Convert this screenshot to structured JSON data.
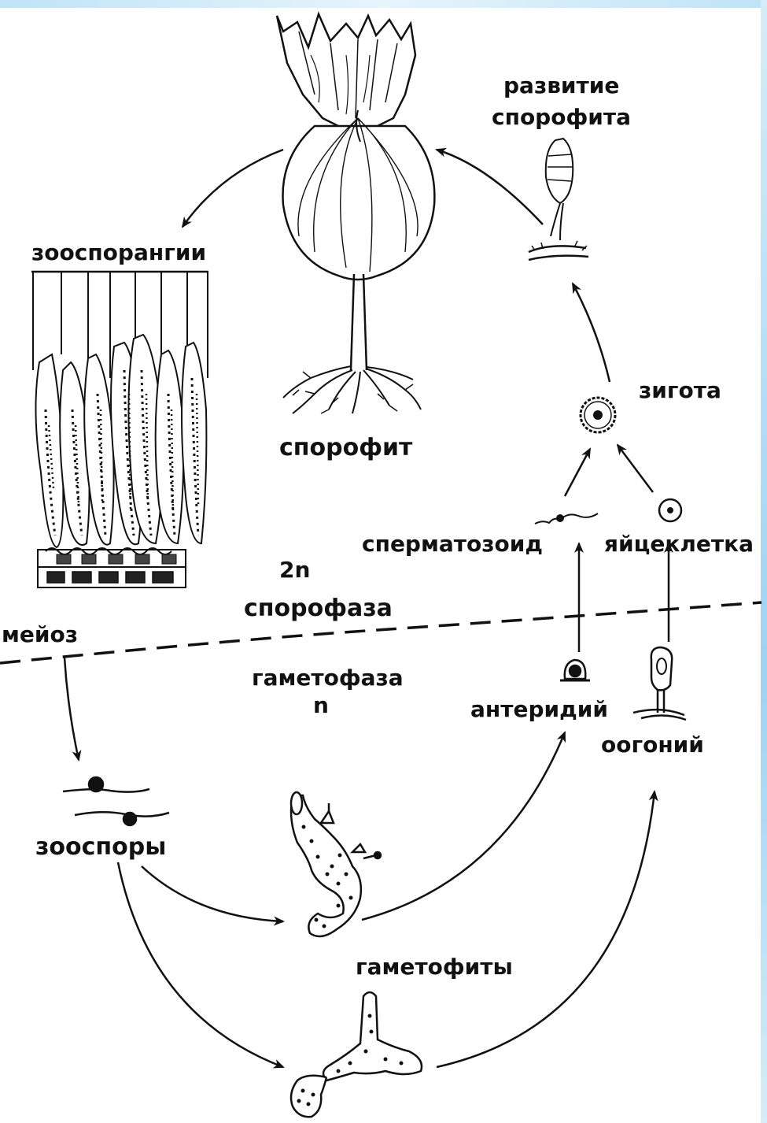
{
  "labels": {
    "sporophyte": "спорофит",
    "zoosporangia": "зооспорангии",
    "sporophyte_development": [
      "развитие",
      "спорофита"
    ],
    "zygote": "зигота",
    "spermatozoid": "сперматозоид",
    "egg_cell": "яйцеклетка",
    "diploid": "2n",
    "sporophase": "спорофаза",
    "meiosis": "мейоз",
    "gametophase": "гаметофаза",
    "haploid": "n",
    "antheridium": "антеридий",
    "oogonium": "оогоний",
    "zoospores": "зооспоры",
    "gametophytes": "гаметофиты"
  },
  "colors": {
    "ink": "#111111",
    "frame_accent": "#9fd2ef"
  }
}
